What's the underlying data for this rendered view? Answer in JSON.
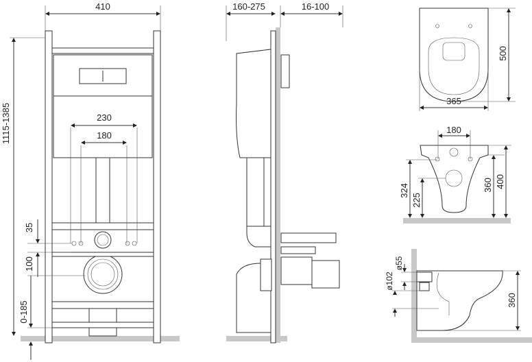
{
  "front_view": {
    "width": "410",
    "height_range": "1115-1385",
    "leg_range": "0-185",
    "dim_230": "230",
    "dim_180": "180",
    "dim_35": "35",
    "dim_100": "100"
  },
  "side_view": {
    "depth_range": "160-275",
    "wall_range": "16-100"
  },
  "bowl_top": {
    "length": "500",
    "width": "365"
  },
  "bowl_front": {
    "bolt_spacing": "180",
    "h_324": "324",
    "h_225": "225",
    "h_360": "360",
    "h_400": "400"
  },
  "bowl_side": {
    "d55": "ø55",
    "d102": "ø102",
    "h_360": "360"
  }
}
